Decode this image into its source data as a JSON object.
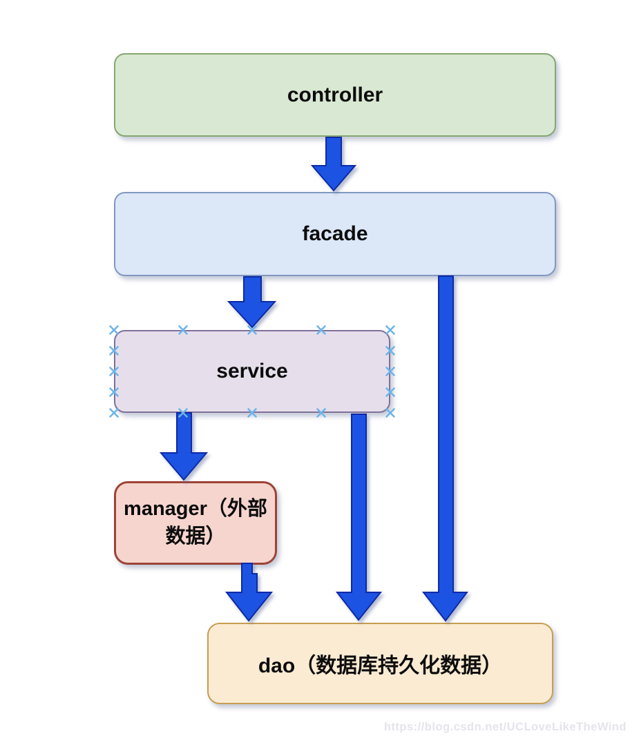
{
  "diagram": {
    "nodes": [
      {
        "id": "controller",
        "label": "controller",
        "fill": "#d9e8d2",
        "border": "#85a76f"
      },
      {
        "id": "facade",
        "label": "facade",
        "fill": "#dce7f8",
        "border": "#8098c1"
      },
      {
        "id": "service",
        "label": "service",
        "fill": "#e6dfeb",
        "border": "#7f7099",
        "selected": true
      },
      {
        "id": "manager",
        "label": "manager（外部数据）",
        "fill": "#f6d5ce",
        "border": "#9d4337"
      },
      {
        "id": "dao",
        "label": "dao（数据库持久化数据）",
        "fill": "#fbebd2",
        "border": "#c69d52"
      }
    ],
    "edges": [
      {
        "from": "controller",
        "to": "facade"
      },
      {
        "from": "facade",
        "to": "service"
      },
      {
        "from": "facade",
        "to": "dao"
      },
      {
        "from": "service",
        "to": "manager"
      },
      {
        "from": "service",
        "to": "dao"
      },
      {
        "from": "manager",
        "to": "dao"
      }
    ],
    "arrow_fill": "#1d52e2",
    "arrow_stroke": "#0a2ca5",
    "selection_handle_color": "#6cb4e8"
  },
  "watermark": {
    "text": "https://blog.csdn.net/UCLoveLikeTheWind"
  }
}
